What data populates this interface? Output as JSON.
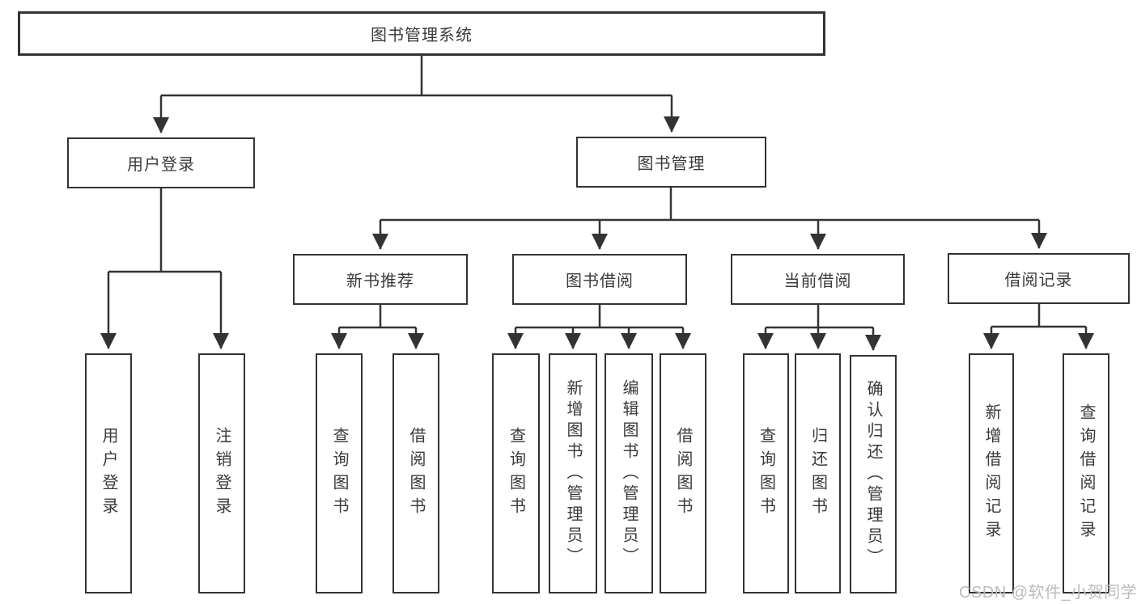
{
  "diagram": {
    "title": "图书管理系统",
    "root": {
      "label": "图书管理系统"
    },
    "level1": [
      {
        "label": "用户登录"
      },
      {
        "label": "图书管理"
      }
    ],
    "level2": [
      {
        "label": "新书推荐"
      },
      {
        "label": "图书借阅"
      },
      {
        "label": "当前借阅"
      },
      {
        "label": "借阅记录"
      }
    ],
    "leaves": {
      "login": [
        "用户登录",
        "注销登录"
      ],
      "recommend": [
        "查询图书",
        "借阅图书"
      ],
      "borrow": [
        "查询图书",
        "新增图书（管理员）",
        "编辑图书（管理员）",
        "借阅图书"
      ],
      "current": [
        "查询图书",
        "归还图书",
        "确认归还（管理员）"
      ],
      "records": [
        "新增借阅记录",
        "查询借阅记录"
      ]
    },
    "colors": {
      "line": "#333333",
      "text": "#3a3a3a",
      "box_background": "#ffffff",
      "watermark": "#bcbcbc"
    }
  },
  "watermark": {
    "text": "CSDN @软件_小贺同学"
  }
}
